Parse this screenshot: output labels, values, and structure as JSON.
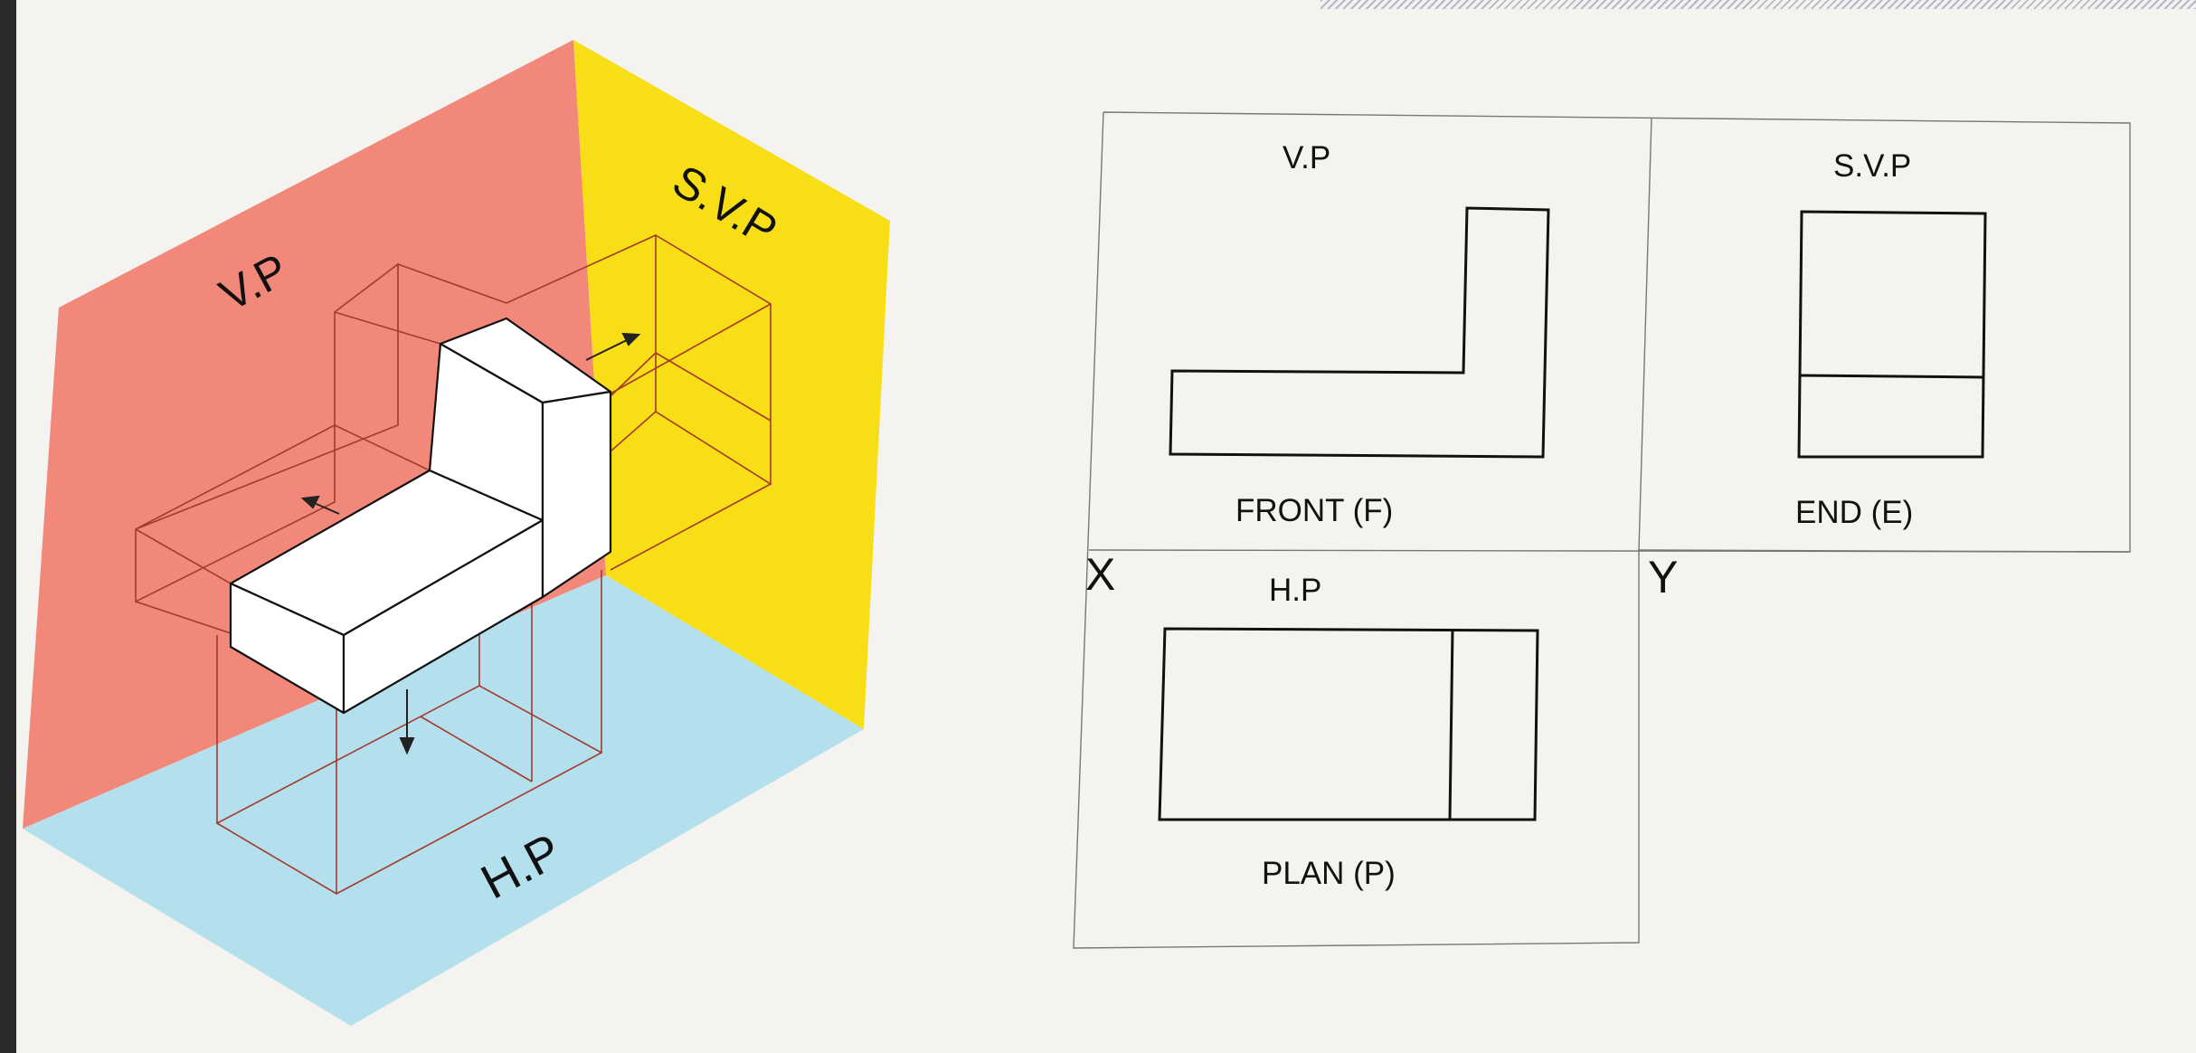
{
  "pictorial": {
    "vp_label": "V.P",
    "svp_label": "S.V.P",
    "hp_label": "H.P",
    "colors": {
      "vp": "#f2887a",
      "svp": "#f8de16",
      "hp": "#b4e0ee",
      "projector": "#a33a2c"
    }
  },
  "orthographic": {
    "front_plane_label": "V.P",
    "side_plane_label": "S.V.P",
    "top_plane_label": "H.P",
    "front_view_label": "FRONT (F)",
    "end_view_label": "END (E)",
    "plan_view_label": "PLAN (P)",
    "x_label": "X",
    "y_label": "Y"
  }
}
